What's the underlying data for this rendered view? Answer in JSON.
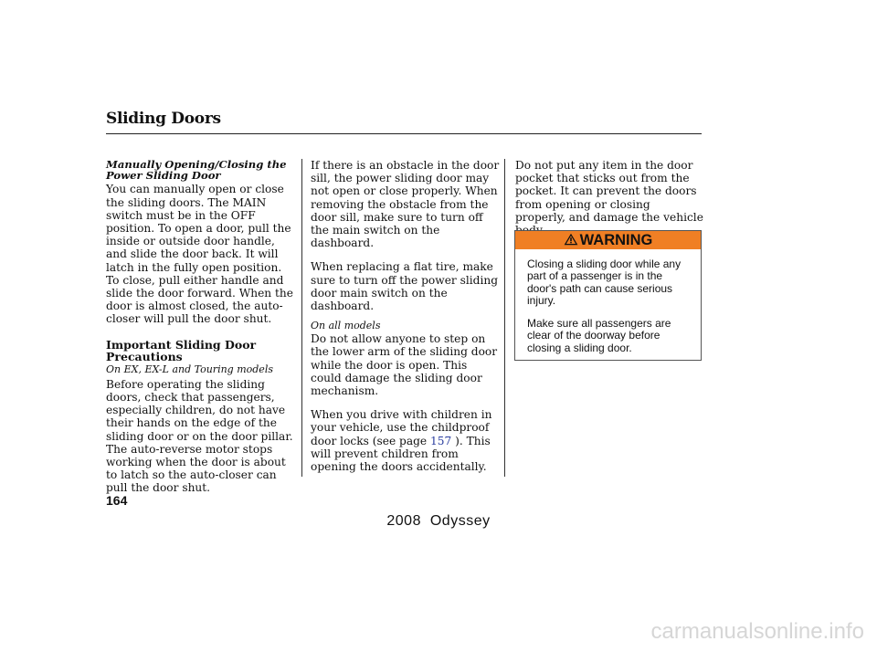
{
  "header": {
    "title": "Sliding Doors"
  },
  "col1": {
    "heading1_line1": "Manually Opening/Closing the",
    "heading1_line2": "Power Sliding Door",
    "para1": "You can manually open or close the sliding doors. The MAIN switch must be in the OFF position. To open a door, pull the inside or outside door handle, and slide the door back. It will latch in the fully open position. To close, pull either handle and slide the door forward. When the door is almost closed, the auto-closer will pull the door shut.",
    "heading2_line1": "Important Sliding Door",
    "heading2_line2": "Precautions",
    "note1": "On EX, EX-L and Touring models",
    "para2": "Before operating the sliding doors, check that passengers, especially children, do not have their hands on the edge of the sliding door or on the door pillar. The auto-reverse motor stops working when the door is about to latch so the auto-closer can pull the door shut."
  },
  "col2": {
    "para1": "If there is an obstacle in the door sill, the power sliding door may not open or close properly. When removing the obstacle from the door sill, make sure to turn off the main switch on the dashboard.",
    "para2": "When replacing a flat tire, make sure to turn off the power sliding door main switch on the dashboard.",
    "note1": "On all models",
    "para3": "Do not allow anyone to step on the lower arm of the sliding door while the door is open. This could damage the sliding door mechanism.",
    "para4_before": "When you drive with children in your vehicle, use the childproof door locks (see page ",
    "para4_link": "157",
    "para4_after": " ). This will prevent children from opening the doors accidentally."
  },
  "col3": {
    "para1": "Do not put any item in the door pocket that sticks out from the pocket. It can prevent the doors from opening or closing properly, and damage the vehicle body.",
    "warning": {
      "label": "WARNING",
      "text1": "Closing a sliding door while any part of a passenger is in the door's path can cause serious injury.",
      "text2": "Make sure all passengers are clear of the doorway before closing a sliding door."
    }
  },
  "page_number": "164",
  "footer": "2008  Odyssey",
  "watermark": "carmanualsonline.info",
  "colors": {
    "warning_bar": "#f07f24",
    "link": "#2a3d9f",
    "watermark": "#d6d6d6"
  }
}
